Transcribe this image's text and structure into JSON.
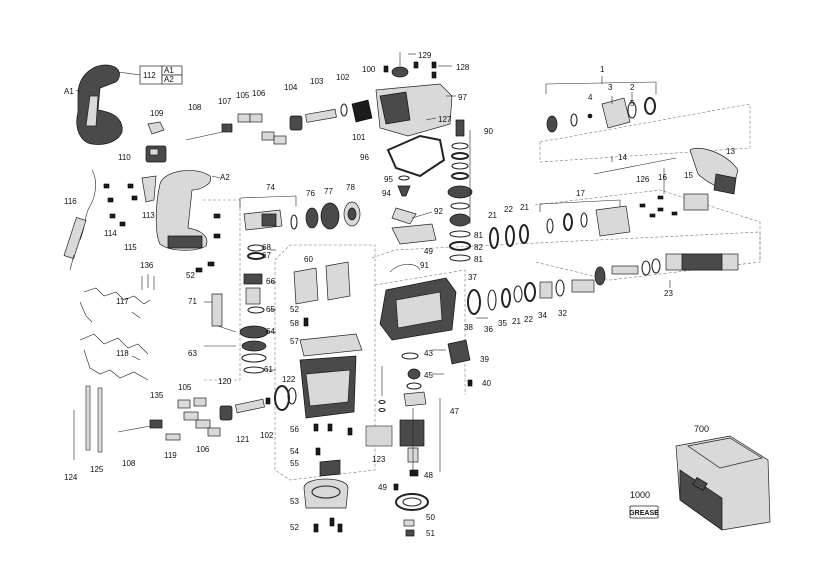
{
  "labels": {
    "l1": "1",
    "l2": "2",
    "l3": "3",
    "l4": "4",
    "l5": "5",
    "l13": "13",
    "l14": "14",
    "l15": "15",
    "l16": "16",
    "l17": "17",
    "l21a": "21",
    "l21b": "21",
    "l21c": "21",
    "l22a": "22",
    "l22b": "22",
    "l23": "23",
    "l32": "32",
    "l34": "34",
    "l35": "35",
    "l36": "36",
    "l37": "37",
    "l38": "38",
    "l39": "39",
    "l40": "40",
    "l43": "43",
    "l45": "45",
    "l47": "47",
    "l48": "48",
    "l49a": "49",
    "l49b": "49",
    "l50": "50",
    "l51": "51",
    "l52a": "52",
    "l52b": "52",
    "l52c": "52",
    "l53": "53",
    "l54": "54",
    "l55": "55",
    "l56": "56",
    "l57": "57",
    "l58": "58",
    "l60": "60",
    "l61": "61",
    "l63": "63",
    "l64": "64",
    "l65": "65",
    "l66": "66",
    "l67": "67",
    "l68": "68",
    "l71": "71",
    "l74": "74",
    "l76": "76",
    "l77": "77",
    "l78": "78",
    "l81a": "81",
    "l81b": "81",
    "l82": "82",
    "l90": "90",
    "l91": "91",
    "l92": "92",
    "l94": "94",
    "l95": "95",
    "l96": "96",
    "l97": "97",
    "l100": "100",
    "l101": "101",
    "l102a": "102",
    "l102b": "102",
    "l103": "103",
    "l104": "104",
    "l105a": "105",
    "l105b": "105",
    "l106a": "106",
    "l106b": "106",
    "l107": "107",
    "l108a": "108",
    "l108b": "108",
    "l109": "109",
    "l110": "110",
    "l112": "112",
    "l113": "113",
    "l114": "114",
    "l115": "115",
    "l116": "116",
    "l117": "117",
    "l118": "118",
    "l119": "119",
    "l120": "120",
    "l121": "121",
    "l122": "122",
    "l123": "123",
    "l124": "124",
    "l125": "125",
    "l126": "126",
    "l127": "127",
    "l128": "128",
    "l129": "129",
    "l135": "135",
    "l136": "136",
    "l700": "700",
    "l1000": "1000",
    "lA1a": "A1",
    "lA1b": "A1",
    "lA2a": "A2",
    "lA2b": "A2"
  },
  "grease_tag": "GREASE"
}
